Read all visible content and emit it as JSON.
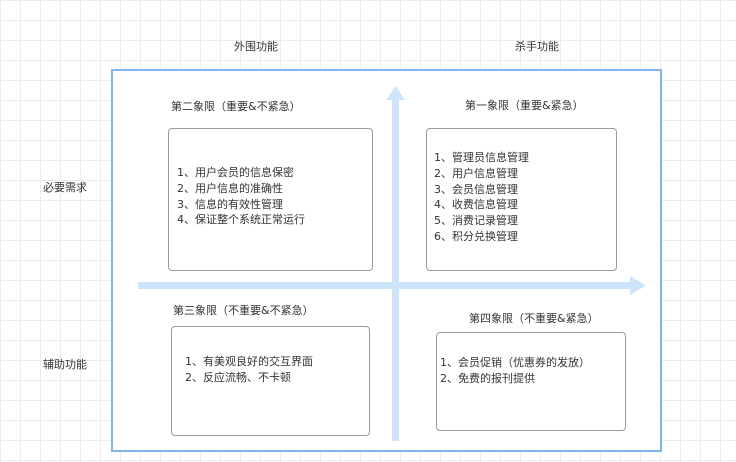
{
  "side_labels": {
    "top_left": "外围功能",
    "top_right": "杀手功能",
    "left_top": "必要需求",
    "left_bottom": "辅助功能"
  },
  "quadrants": {
    "q2": {
      "title": "第二象限（重要&不紧急）",
      "items": [
        "1、用户会员的信息保密",
        "2、用户信息的准确性",
        "3、信息的有效性管理",
        "4、保证整个系统正常运行"
      ]
    },
    "q1": {
      "title": "第一象限（重要&紧急）",
      "items": [
        "1、管理员信息管理",
        "2、用户信息管理",
        "3、会员信息管理",
        "4、收费信息管理",
        "5、消费记录管理",
        "6、积分兑换管理"
      ]
    },
    "q3": {
      "title": "第三象限（不重要&不紧急）",
      "items": [
        "1、有美观良好的交互界面",
        "2、反应流畅、不卡顿"
      ]
    },
    "q4": {
      "title": "第四象限（不重要&紧急）",
      "items": [
        "1、会员促销（优惠券的发放）",
        "2、免费的报刊提供"
      ]
    }
  },
  "colors": {
    "frame_border": "#7fb4ec",
    "axis": "#cde4fa",
    "box_border": "#9a9a9a"
  }
}
